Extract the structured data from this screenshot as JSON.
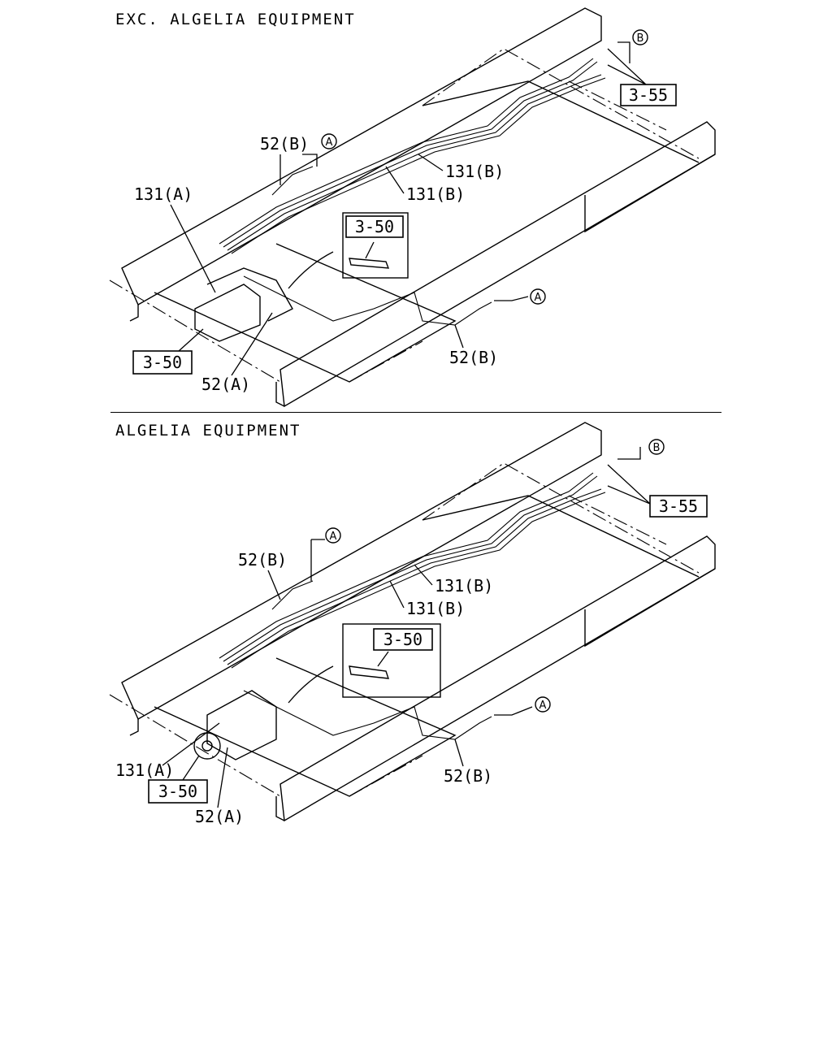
{
  "sections": {
    "top": {
      "title": "EXC. ALGELIA EQUIPMENT"
    },
    "bottom": {
      "title": "ALGELIA EQUIPMENT"
    }
  },
  "labels": {
    "ref_355": "3-55",
    "ref_350": "3-50",
    "p52b": "52(B)",
    "p52a": "52(A)",
    "p131a": "131(A)",
    "p131b": "131(B)",
    "circ_a": "A",
    "circ_b": "B"
  }
}
